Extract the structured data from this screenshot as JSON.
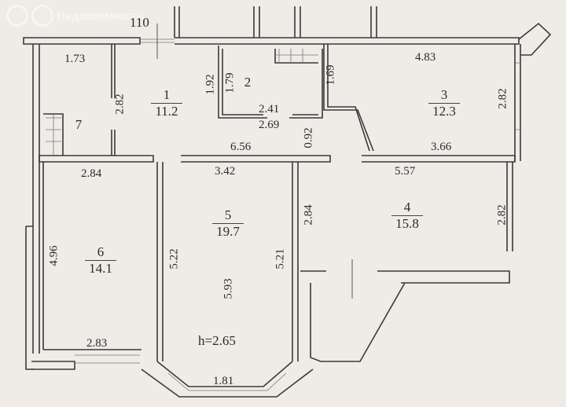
{
  "watermark": {
    "text": "Недвижимость"
  },
  "colors": {
    "background": "#efebe6",
    "wall": "#3a3a3a"
  },
  "plan": {
    "ceiling_height": "h=2.65",
    "top_marker": "110",
    "rooms": [
      {
        "id": "1",
        "area": "11.2"
      },
      {
        "id": "2"
      },
      {
        "id": "3",
        "area": "12.3"
      },
      {
        "id": "4",
        "area": "15.8"
      },
      {
        "id": "5",
        "area": "19.7"
      },
      {
        "id": "6",
        "area": "14.1"
      },
      {
        "id": "7"
      }
    ],
    "dims": {
      "r7_top": "1.73",
      "r7_side": "2.82",
      "r1_right": "1.92",
      "r2_left": "1.79",
      "r2_bottom_in": "2.41",
      "r2_bottom_out": "2.69",
      "r3_left": "1.69",
      "r3_top": "4.83",
      "r3_right": "2.82",
      "r3_bottom": "3.66",
      "corridor": "6.56",
      "corridor_w": "0.92",
      "r6_top": "2.84",
      "r6_left": "4.96",
      "r6_bottom": "2.83",
      "r5_top": "3.42",
      "r5_left": "5.22",
      "r5_right": "5.21",
      "r5_center": "5.93",
      "r5_bottom": "1.81",
      "r4_top": "5.57",
      "r4_left": "2.84",
      "r4_right": "2.82"
    }
  }
}
